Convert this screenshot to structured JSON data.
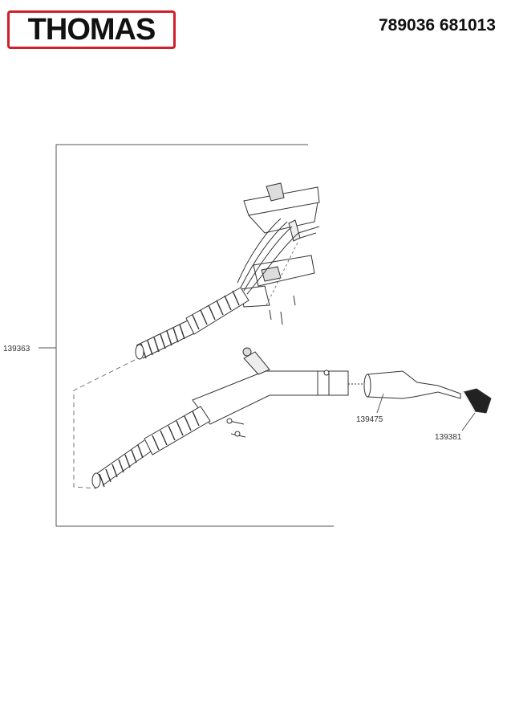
{
  "header": {
    "brand": "THOMAS",
    "document_number": "789036 681013"
  },
  "parts": [
    {
      "number": "139363"
    },
    {
      "number": "139475"
    },
    {
      "number": "139381"
    }
  ],
  "colors": {
    "brand_red": "#d0202a",
    "line": "#333333"
  }
}
